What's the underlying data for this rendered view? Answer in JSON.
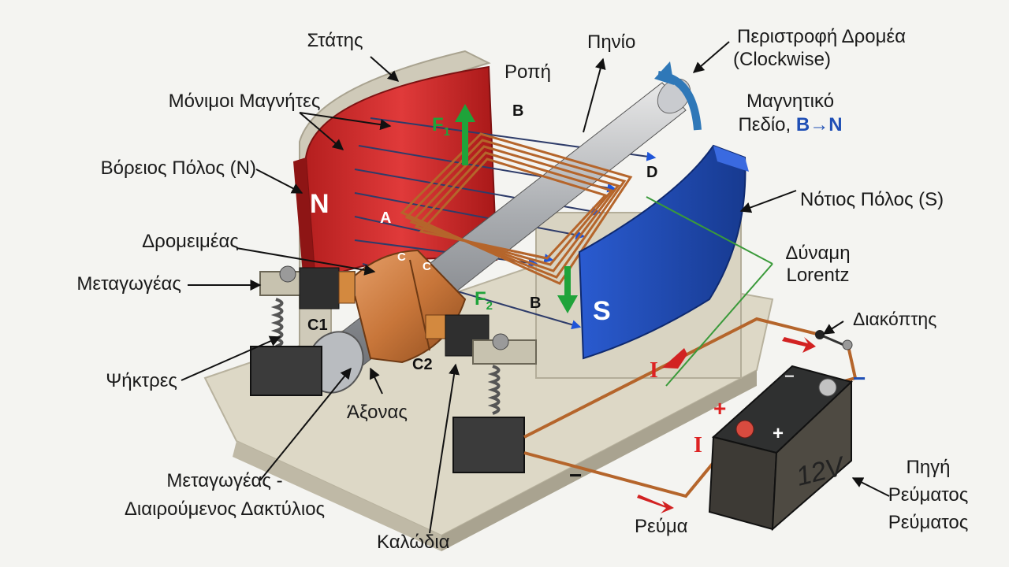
{
  "labels": {
    "stator": "Στάτης",
    "permanent_magnets": "Μόνιμοι Μαγνήτες",
    "north_pole": "Βόρειος Πόλος (N)",
    "rotor": "Δρομειμέας",
    "commutator": "Μεταγωγέας",
    "brushes": "Ψήκτρες",
    "split_ring_line1": "Μεταγωγέας -",
    "split_ring_line2": "Διαιρούμενος Δακτύλιος",
    "torque": "Ροπή",
    "coil": "Πηνίο",
    "rotation_line1": "Περιστροφή Δρομέα",
    "rotation_line2": "(Clockwise)",
    "field_line1": "Μαγνητικό",
    "field_line2_prefix": "Πεδίο, ",
    "field_line2_highlight": "B→N",
    "south_pole": "Νότιος Πόλος (S)",
    "lorentz_line1": "Δύναμη",
    "lorentz_line2": "Lorentz",
    "switch": "Διακόπτης",
    "axle": "Άξονας",
    "cables": "Καλώδια",
    "current": "Ρεύμα",
    "source_line1": "Πηγή",
    "source_line2": "Ρεύματος",
    "source_line3": "Ρεύματος"
  },
  "markers": {
    "N": "N",
    "S": "S",
    "A": "A",
    "B_top": "B",
    "B_bottom": "B",
    "D": "D",
    "C_top1": "C",
    "C_top2": "C",
    "C1": "C1",
    "C2": "C2",
    "F1_main": "F",
    "F1_sub": "1",
    "F2_main": "F",
    "F2_sub": "2",
    "I_upper": "I",
    "I_lower": "I",
    "plus_red": "+",
    "minus_blue": "−",
    "plus_battery": "+",
    "minus_battery": "−",
    "minus_board": "−",
    "voltage": "12V"
  },
  "colors": {
    "north_magnet": "#d32a2a",
    "south_magnet": "#1f48b0",
    "copper": "#c8763a",
    "force_arrow": "#1fa33a",
    "current_arrow": "#d22222",
    "rotation_arrow": "#2f78b8",
    "field_line": "#3a5fb0",
    "base": "#dcd7c6"
  }
}
